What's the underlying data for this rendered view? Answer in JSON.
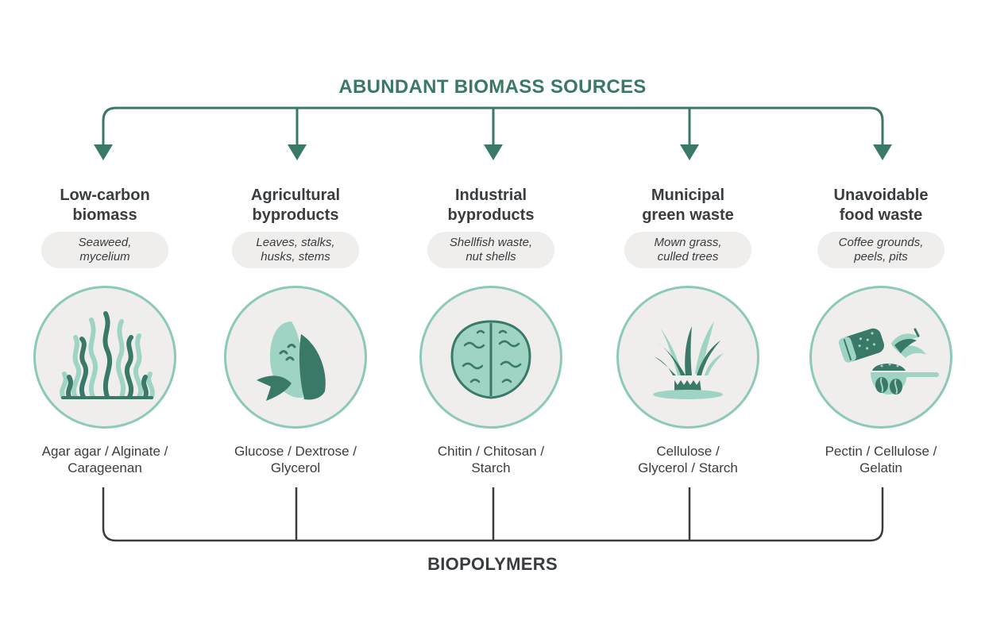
{
  "header": {
    "title": "ABUNDANT BIOMASS SOURCES"
  },
  "footer": {
    "title": "BIOPOLYMERS"
  },
  "colors": {
    "teal_dark": "#3a7867",
    "teal_mid": "#6cb09c",
    "teal_light": "#9fd3c3",
    "circle_fill": "#efeeec",
    "circle_border": "#8cc9b8",
    "text_dark": "#3a3d3f"
  },
  "sources": [
    {
      "title_line1": "Low-carbon",
      "title_line2": "biomass",
      "examples_line1": "Seaweed,",
      "examples_line2": "mycelium",
      "icon": "seaweed-icon",
      "polymers_line1": "Agar agar / Alginate /",
      "polymers_line2": "Carageenan"
    },
    {
      "title_line1": "Agricultural",
      "title_line2": "byproducts",
      "examples_line1": "Leaves, stalks,",
      "examples_line2": "husks, stems",
      "icon": "corn-icon",
      "polymers_line1": "Glucose / Dextrose /",
      "polymers_line2": "Glycerol"
    },
    {
      "title_line1": "Industrial",
      "title_line2": "byproducts",
      "examples_line1": "Shellfish waste,",
      "examples_line2": "nut shells",
      "icon": "walnut-icon",
      "polymers_line1": "Chitin / Chitosan /",
      "polymers_line2": "Starch"
    },
    {
      "title_line1": "Municipal",
      "title_line2": "green waste",
      "examples_line1": "Mown grass,",
      "examples_line2": "culled trees",
      "icon": "grass-icon",
      "polymers_line1": "Cellulose /",
      "polymers_line2": "Glycerol / Starch"
    },
    {
      "title_line1": "Unavoidable",
      "title_line2": "food waste",
      "examples_line1": "Coffee grounds,",
      "examples_line2": "peels, pits",
      "icon": "food-waste-icon",
      "polymers_line1": "Pectin / Cellulose /",
      "polymers_line2": "Gelatin"
    }
  ]
}
